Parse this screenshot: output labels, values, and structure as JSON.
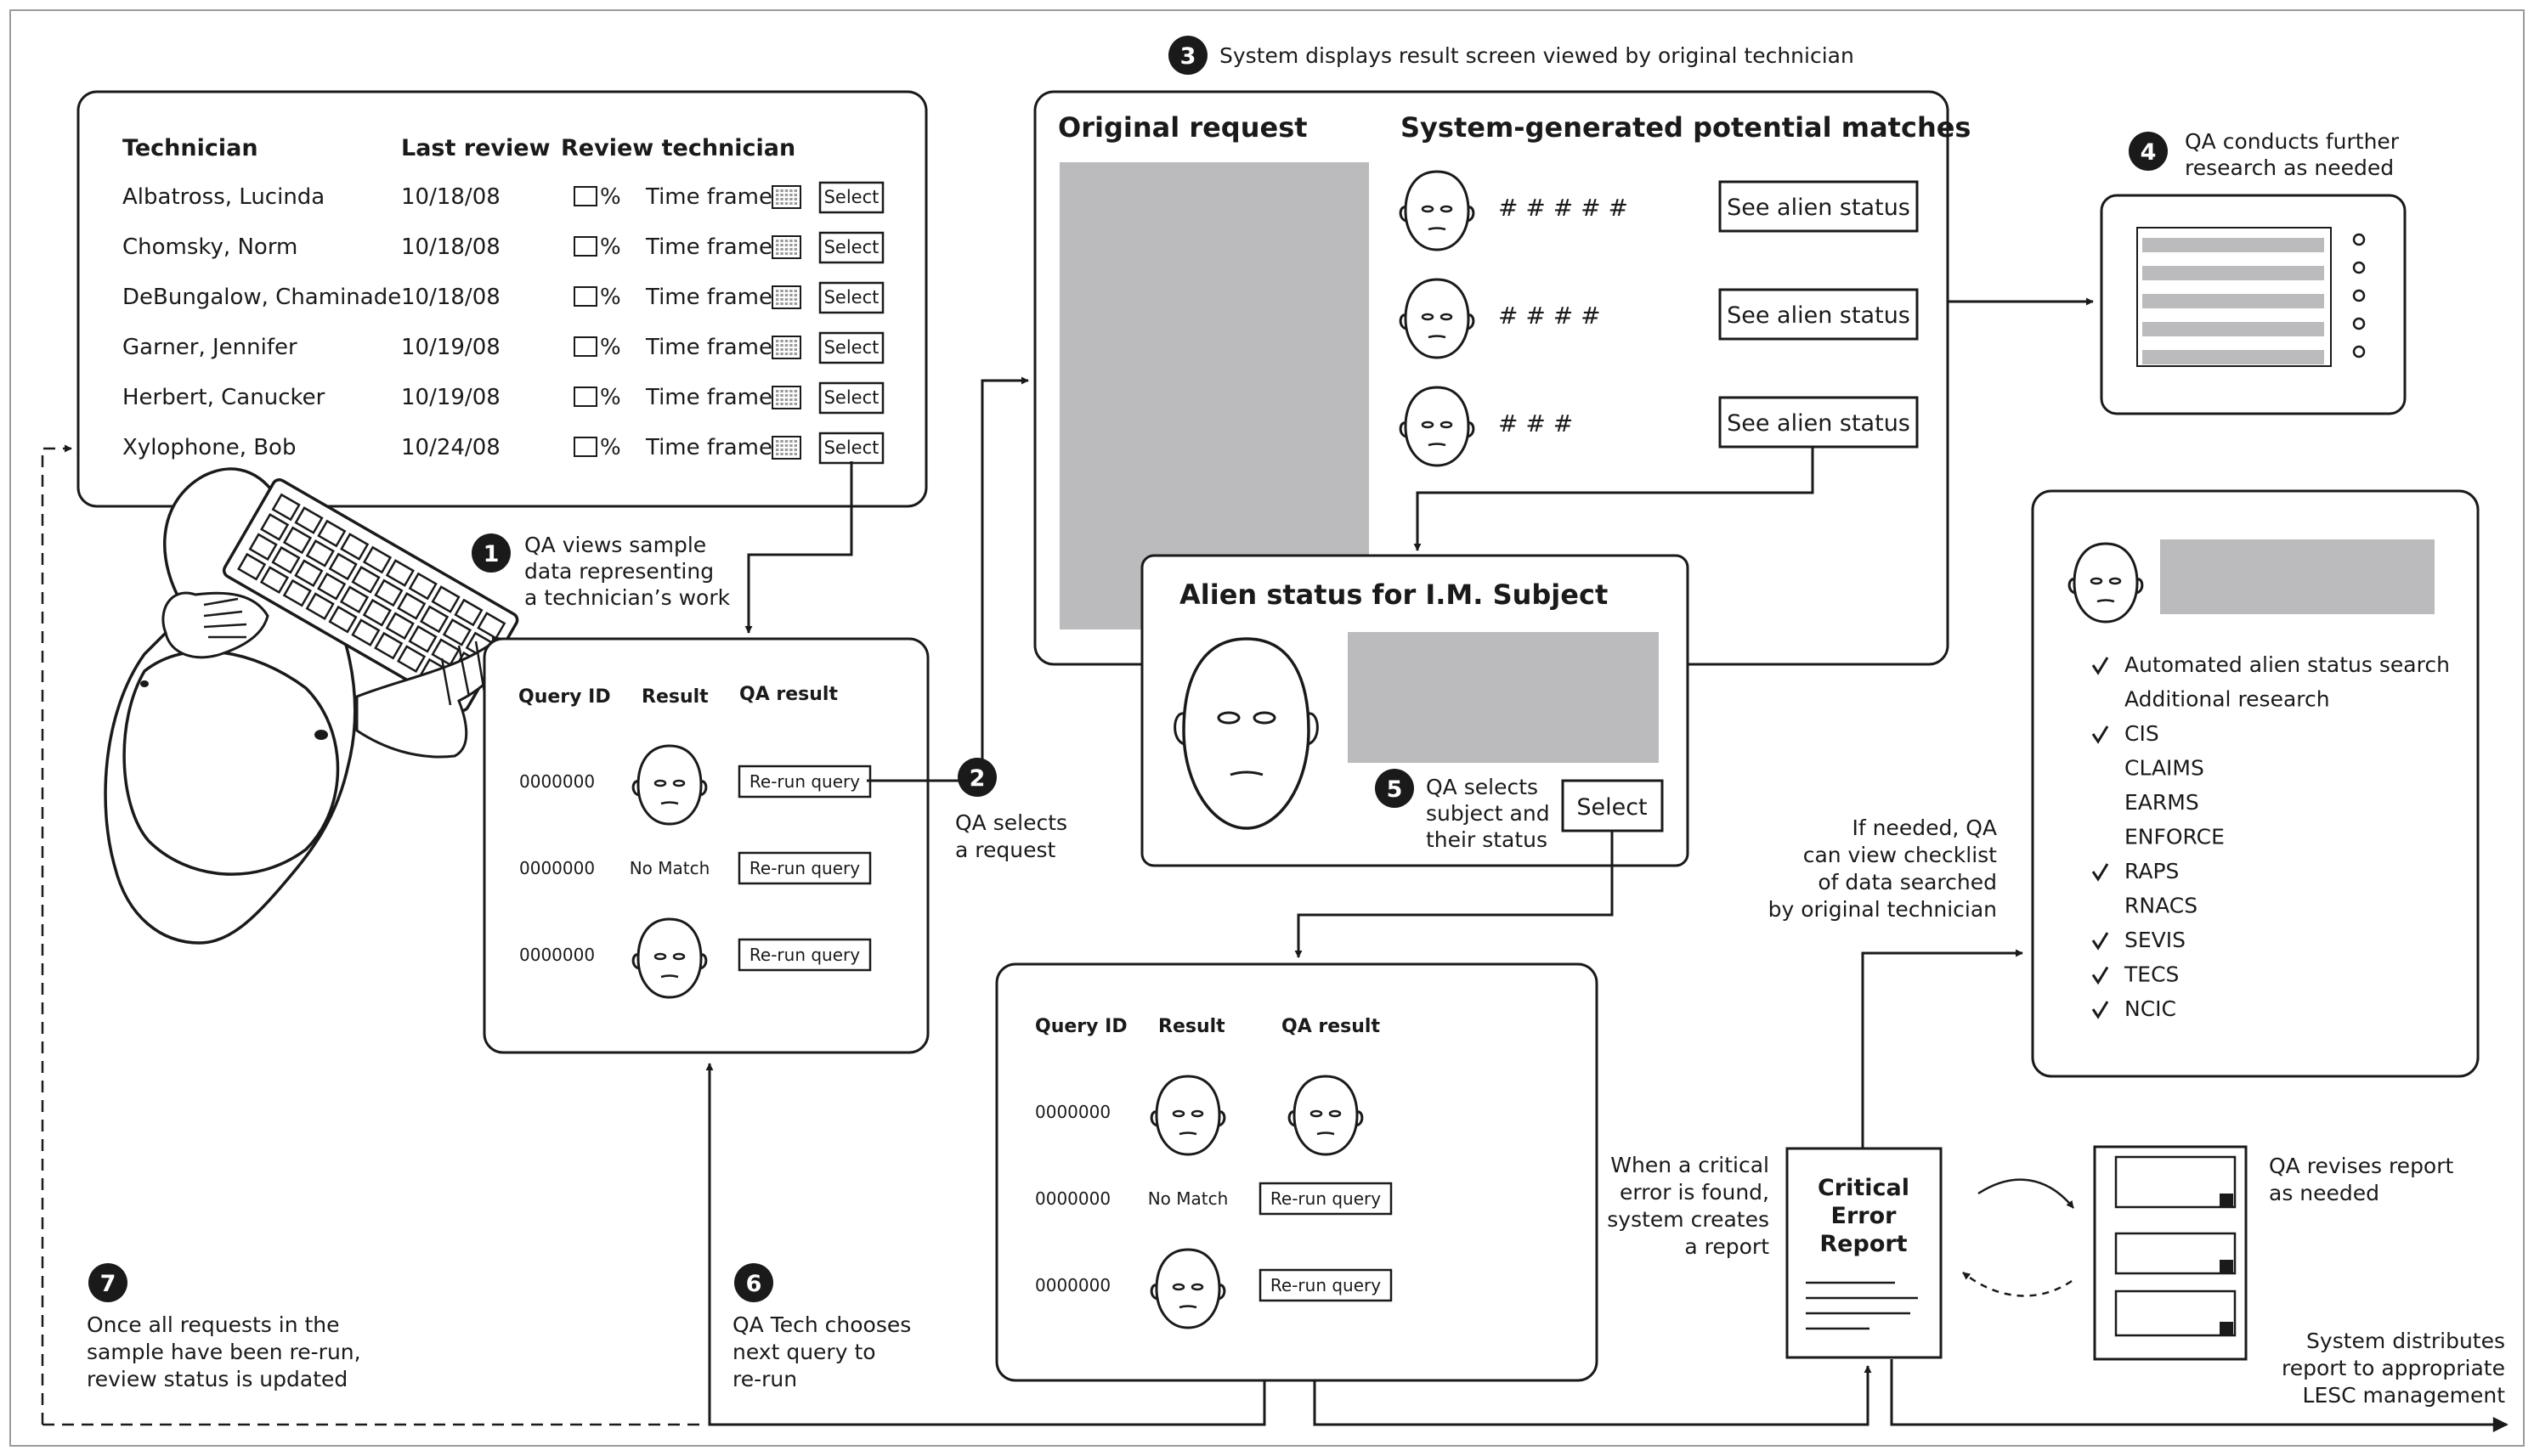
{
  "colors": {
    "stroke": "#1a1a1a",
    "gray_fill": "#bbbbbd",
    "background": "#ffffff"
  },
  "technician_panel": {
    "headers": {
      "technician": "Technician",
      "last_review": "Last review",
      "review_technician": "Review technician"
    },
    "percent_sign": "%",
    "time_frame_label": "Time frame:",
    "select_label": "Select",
    "rows": [
      {
        "name": "Albatross, Lucinda",
        "date": "10/18/08"
      },
      {
        "name": "Chomsky, Norm",
        "date": "10/18/08"
      },
      {
        "name": "DeBungalow, Chaminade",
        "date": "10/18/08"
      },
      {
        "name": "Garner, Jennifer",
        "date": "10/19/08"
      },
      {
        "name": "Herbert, Canucker",
        "date": "10/19/08"
      },
      {
        "name": "Xylophone, Bob",
        "date": "10/24/08"
      }
    ]
  },
  "steps": {
    "s1": {
      "num": "1",
      "lines": [
        "QA views sample",
        "data representing",
        "a technician’s work"
      ]
    },
    "s2": {
      "num": "2",
      "lines": [
        "QA selects",
        "a request"
      ]
    },
    "s3": {
      "num": "3",
      "text": "System displays result screen viewed by original technician"
    },
    "s4": {
      "num": "4",
      "lines": [
        "QA conducts further",
        "research as needed"
      ]
    },
    "s5": {
      "num": "5",
      "lines": [
        "QA selects",
        "subject and",
        "their status"
      ]
    },
    "s6": {
      "num": "6",
      "lines": [
        "QA Tech chooses",
        "next query to",
        "re-run"
      ]
    },
    "s7": {
      "num": "7",
      "lines": [
        "Once all requests in the",
        "sample have been re-run,",
        "review status is updated"
      ]
    }
  },
  "query_panel_1": {
    "headers": {
      "query_id": "Query ID",
      "result": "Result",
      "qa_result": "QA result"
    },
    "rows": [
      {
        "id": "0000000",
        "result": "",
        "action": "Re-run query"
      },
      {
        "id": "0000000",
        "result": "No Match",
        "action": "Re-run query"
      },
      {
        "id": "0000000",
        "result": "",
        "action": "Re-run query"
      }
    ]
  },
  "result_screen": {
    "original_request": "Original request",
    "potential_matches": "System-generated potential matches",
    "see_alien_status": "See alien status",
    "hash_rows": [
      "#  #  #  #  #",
      "#        #  #  #",
      "#  #           #"
    ]
  },
  "alien_status": {
    "title": "Alien status for I.M. Subject",
    "select_label": "Select"
  },
  "query_panel_2": {
    "headers": {
      "query_id": "Query ID",
      "result": "Result",
      "qa_result": "QA result"
    },
    "rows": [
      {
        "id": "0000000",
        "result": "",
        "action": ""
      },
      {
        "id": "0000000",
        "result": "No Match",
        "action": "Re-run query"
      },
      {
        "id": "0000000",
        "result": "",
        "action": "Re-run query"
      }
    ]
  },
  "checklist": {
    "items": [
      {
        "label": "Automated alien status search",
        "checked": true
      },
      {
        "label": "Additional research",
        "checked": false
      },
      {
        "label": "CIS",
        "checked": true
      },
      {
        "label": "CLAIMS",
        "checked": false
      },
      {
        "label": "EARMS",
        "checked": false
      },
      {
        "label": "ENFORCE",
        "checked": false
      },
      {
        "label": "RAPS",
        "checked": true
      },
      {
        "label": "RNACS",
        "checked": false
      },
      {
        "label": "SEVIS",
        "checked": true
      },
      {
        "label": "TECS",
        "checked": true
      },
      {
        "label": "NCIC",
        "checked": true
      }
    ]
  },
  "annotations": {
    "if_needed": [
      "If needed, QA",
      "can view checklist",
      "of data searched",
      "by original technician"
    ],
    "critical_found": [
      "When a critical",
      "error is found,",
      "system creates",
      "a report"
    ],
    "qa_revises": [
      "QA revises report",
      "as needed"
    ],
    "distributes": [
      "System distributes",
      "report to appropriate",
      "LESC management"
    ]
  },
  "critical_report": {
    "lines": [
      "Critical",
      "Error",
      "Report"
    ]
  }
}
